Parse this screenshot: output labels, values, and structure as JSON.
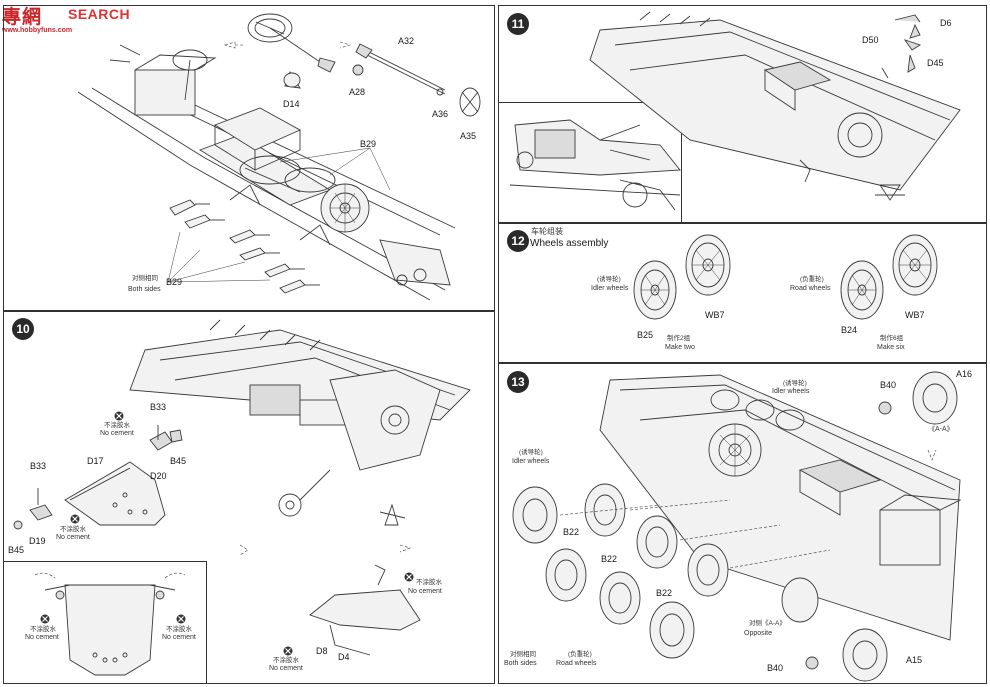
{
  "watermark": {
    "logo": "專網",
    "brand": "SEARCH",
    "url": "www.hobbyfuns.com"
  },
  "steps": {
    "s9": {
      "labels": {
        "d14": "D14",
        "a32": "A32",
        "a28": "A28",
        "a36": "A36",
        "a35": "A35",
        "b29_top": "B29",
        "b29_bottom": "B29"
      },
      "both_sides_cn": "对侧相同",
      "both_sides_en": "Both sides"
    },
    "s10": {
      "number": "10",
      "labels": {
        "b33_top": "B33",
        "b45_right": "B45",
        "d17": "D17",
        "d20": "D20",
        "b33_left": "B33",
        "d19": "D19",
        "b45_left": "B45",
        "d8": "D8",
        "d4": "D4"
      },
      "no_cement_cn": "不涂胶水",
      "no_cement_en": "No cement"
    },
    "s11": {
      "number": "11",
      "labels": {
        "d6": "D6",
        "d50": "D50",
        "d45": "D45"
      }
    },
    "s12": {
      "number": "12",
      "title_cn": "车轮组装",
      "title_en": "Wheels assembly",
      "idler_cn": "(诱导轮)",
      "idler_en": "Idler wheels",
      "road_cn": "(负重轮)",
      "road_en": "Road wheels",
      "b25": "B25",
      "wb7_left": "WB7",
      "make_two_cn": "制作2组",
      "make_two_en": "Make two",
      "b24": "B24",
      "wb7_right": "WB7",
      "make_six_cn": "制作6组",
      "make_six_en": "Make six"
    },
    "s13": {
      "number": "13",
      "idler_cn": "(诱导轮)",
      "idler_en": "Idler wheels",
      "b40_top": "B40",
      "a16": "A16",
      "aa": "《A-A》",
      "b22_a": "B22",
      "b22_b": "B22",
      "b22_c": "B22",
      "opposite_cn": "对侧《A-A》",
      "opposite_en": "Opposite",
      "both_sides_cn": "对侧相同",
      "both_sides_en": "Both sides",
      "road_cn": "(负重轮)",
      "road_en": "Road wheels",
      "b40_bottom": "B40",
      "a15": "A15"
    }
  }
}
